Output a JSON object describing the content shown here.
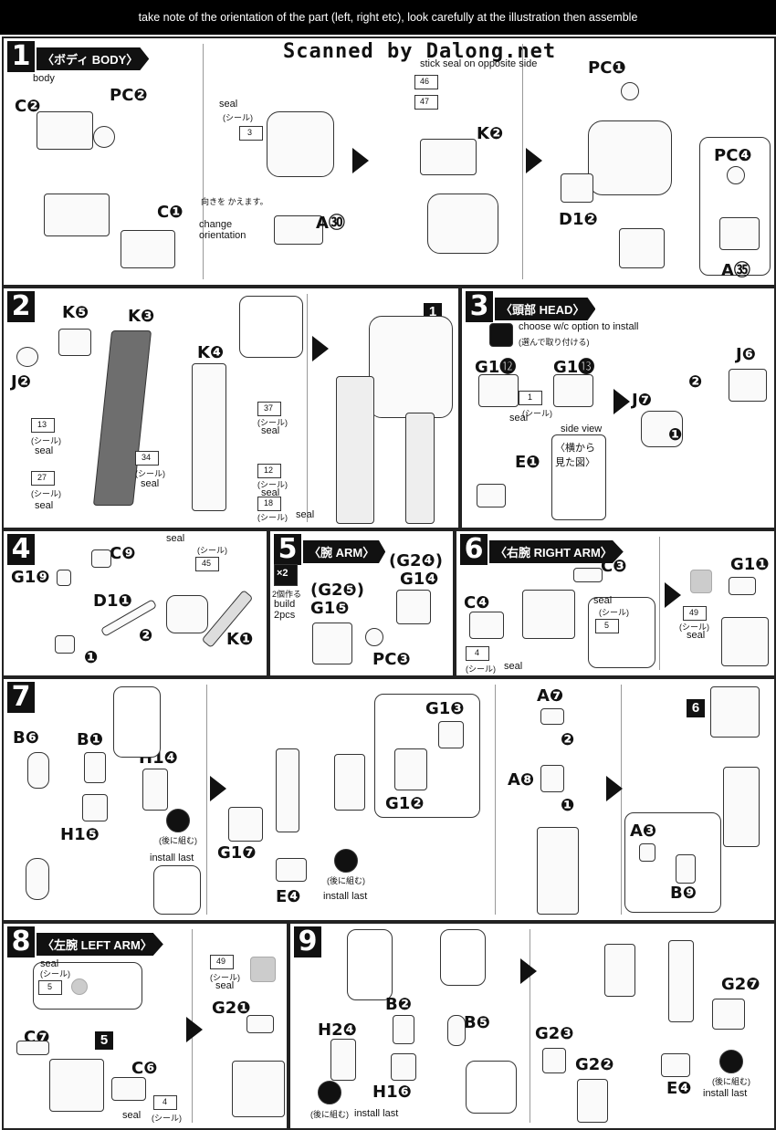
{
  "header": {
    "instruction": "take note of the orientation of the part (left, right etc), look carefully at the illustration then assemble"
  },
  "watermark": "Scanned by Dalong.net",
  "steps": {
    "s1": {
      "num": "1",
      "title": "〈ボディ BODY〉",
      "labels": {
        "body": "body",
        "c2": "C❷",
        "pc2": "PC❷",
        "c1": "C❶",
        "seal": "seal",
        "seal_jp": "(シール)",
        "seal3": "3",
        "reorient_jp": "向きを かえます。",
        "reorient": "change orientation",
        "a30": "A㉚",
        "stick": "stick seal on opposite side",
        "s46": "46",
        "s47": "47",
        "k2": "K❷",
        "pc1": "PC❶",
        "d12": "D1❷",
        "pc4": "PC❹",
        "a35": "A㉟"
      }
    },
    "s2": {
      "num": "2",
      "labels": {
        "k5": "K❺",
        "k3": "K❸",
        "k4": "K❹",
        "j2": "J❷",
        "s13": "13",
        "s27": "27",
        "s34": "34",
        "s37": "37",
        "s12": "12",
        "s18": "18",
        "seal": "seal",
        "seal_jp": "(シール)",
        "ref1": "1"
      }
    },
    "s3": {
      "num": "3",
      "title": "〈頭部 HEAD〉",
      "labels": {
        "choose": "choose w/c option to install",
        "choose_jp": "(選んで取り付ける)",
        "g12": "G1⓬",
        "g13": "G1⓭",
        "s1": "1",
        "seal_jp": "(シール)",
        "seal": "seal",
        "sideview": "side view",
        "sideview_jp": "〈横から 見た図〉",
        "e1": "E❶",
        "j6": "J❻",
        "j7": "J❼",
        "n1": "❶",
        "n2": "❷"
      }
    },
    "s4": {
      "num": "4",
      "labels": {
        "seal": "seal",
        "seal_jp": "(シール)",
        "s45": "45",
        "c9": "C❾",
        "g19": "G1❾",
        "d11": "D1❶",
        "k1": "K❶",
        "n1": "❶",
        "n2": "❷"
      }
    },
    "s5": {
      "num": "5",
      "title": "〈腕 ARM〉",
      "labels": {
        "x2": "×2",
        "build_jp": "2個作る",
        "build": "build 2pcs",
        "g24": "(G2❹)",
        "g14": "G1❹",
        "g25": "(G2❺)",
        "g15": "G1❺",
        "pc3": "PC❸"
      }
    },
    "s6": {
      "num": "6",
      "title": "〈右腕 RIGHT ARM〉",
      "labels": {
        "c3": "C❸",
        "c4": "C❹",
        "seal": "seal",
        "seal_jp": "(シール)",
        "s5": "5",
        "s4": "4",
        "g11": "G1❶",
        "s49": "49"
      }
    },
    "s7": {
      "num": "7",
      "labels": {
        "b6": "B❻",
        "b1": "B❶",
        "h14": "H1❹",
        "h15": "H1❺",
        "later_jp": "(後に組む)",
        "install_last": "install last",
        "g13": "G1❸",
        "g12": "G1❷",
        "g17": "G1❼",
        "e4": "E❹",
        "a7": "A❼",
        "a8": "A❽",
        "a3": "A❸",
        "b9": "B❾",
        "n1": "❶",
        "n2": "❷",
        "ref6": "6"
      }
    },
    "s8": {
      "num": "8",
      "title": "〈左腕 LEFT ARM〉",
      "labels": {
        "seal": "seal",
        "seal_jp": "(シール)",
        "s5": "5",
        "c7": "C❼",
        "ref5": "5",
        "c6": "C❻",
        "s4": "4",
        "s49": "49",
        "g21": "G2❶"
      }
    },
    "s9": {
      "num": "9",
      "labels": {
        "b2": "B❷",
        "b5": "B❺",
        "h24": "H2❹",
        "h16": "H1❻",
        "later_jp": "(後に組む)",
        "install_last": "install last",
        "g27": "G2❼",
        "g23": "G2❸",
        "g22": "G2❷",
        "e4": "E❹"
      }
    }
  }
}
